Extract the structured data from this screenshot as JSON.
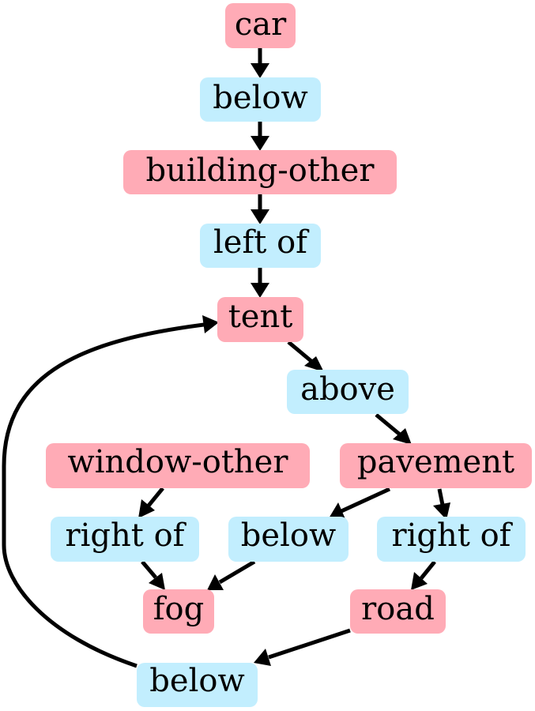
{
  "colors": {
    "object_fill": "#ffabb6",
    "relation_fill": "#c2eefe",
    "edge": "#000000"
  },
  "nodes": {
    "car": "car",
    "below_1": "below",
    "building_other": "building-other",
    "left_of": "left of",
    "tent": "tent",
    "above": "above",
    "window_other": "window-other",
    "pavement": "pavement",
    "right_of_1": "right of",
    "below_2": "below",
    "right_of_2": "right of",
    "fog": "fog",
    "road": "road",
    "below_3": "below"
  },
  "edges": [
    [
      "car",
      "below_1"
    ],
    [
      "below_1",
      "building_other"
    ],
    [
      "building_other",
      "left_of"
    ],
    [
      "left_of",
      "tent"
    ],
    [
      "tent",
      "above"
    ],
    [
      "above",
      "pavement"
    ],
    [
      "window_other",
      "right_of_1"
    ],
    [
      "right_of_1",
      "fog"
    ],
    [
      "pavement",
      "below_2"
    ],
    [
      "below_2",
      "fog"
    ],
    [
      "pavement",
      "right_of_2"
    ],
    [
      "right_of_2",
      "road"
    ],
    [
      "road",
      "below_3"
    ],
    [
      "below_3",
      "tent"
    ]
  ]
}
